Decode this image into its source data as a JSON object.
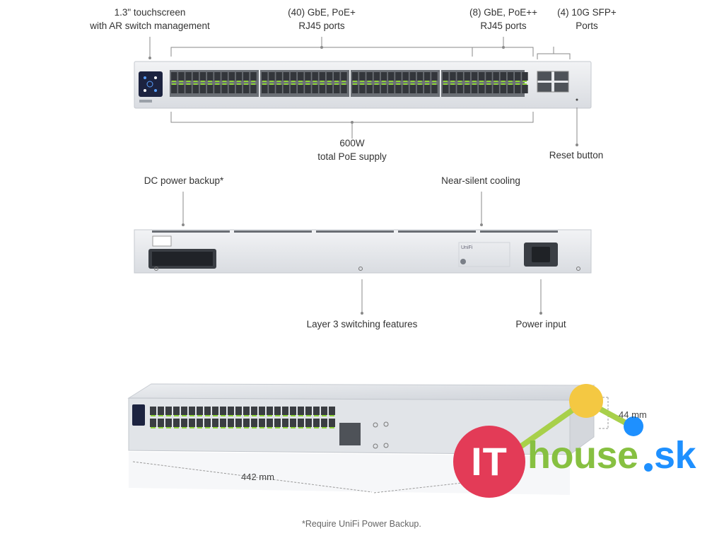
{
  "callouts": {
    "touchscreen": [
      "1.3\" touchscreen",
      "with AR switch management"
    ],
    "gbe_poe_plus": [
      "(40) GbE, PoE+",
      "RJ45 ports"
    ],
    "gbe_poe_plusplus": [
      "(8) GbE, PoE++",
      "RJ45 ports"
    ],
    "sfp_plus": [
      "(4) 10G SFP+",
      "Ports"
    ],
    "poe_supply": [
      "600W",
      "total PoE supply"
    ],
    "reset_button": "Reset button",
    "dc_power_backup": "DC power backup*",
    "cooling": "Near-silent cooling",
    "layer3": "Layer 3 switching features",
    "power_input": "Power input"
  },
  "dimensions": {
    "width": "442 mm",
    "height": "44 mm",
    "depth_partial": "mm"
  },
  "footnote": "*Require UniFi Power Backup.",
  "watermark": {
    "it": "IT",
    "house": "house",
    "sk": "sk"
  },
  "colors": {
    "chassis": "#e4e6ea",
    "port_led_green": "#8ed23a",
    "leader_line": "#777777",
    "it_red": "#e33b57",
    "house_green": "#87c041",
    "sk_blue": "#1e90ff",
    "dot_yellow": "#f4c842"
  }
}
